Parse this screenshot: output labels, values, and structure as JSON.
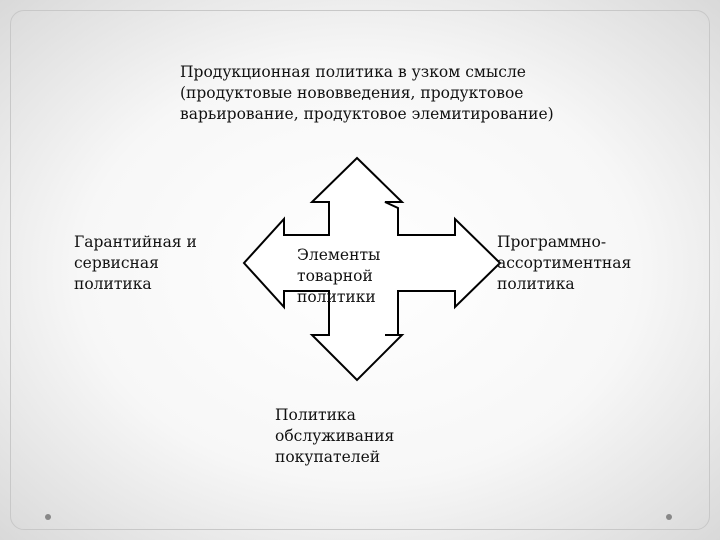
{
  "nodes": {
    "top": "Продукционная политика в узком смысле\n(продуктовые нововведения, продуктовое\nварьирование, продуктовое элемитирование)",
    "left": "Гарантийная и\nсервисная\nполитика",
    "center": "Элементы\nтоварной\nполитики",
    "right": "Программно-\nассортиментная\nполитика",
    "bottom": "Политика\nобслуживания\nпокупателей"
  },
  "colors": {
    "stroke": "#000000",
    "frame": "#c8c8c8",
    "dot": "#888888"
  }
}
